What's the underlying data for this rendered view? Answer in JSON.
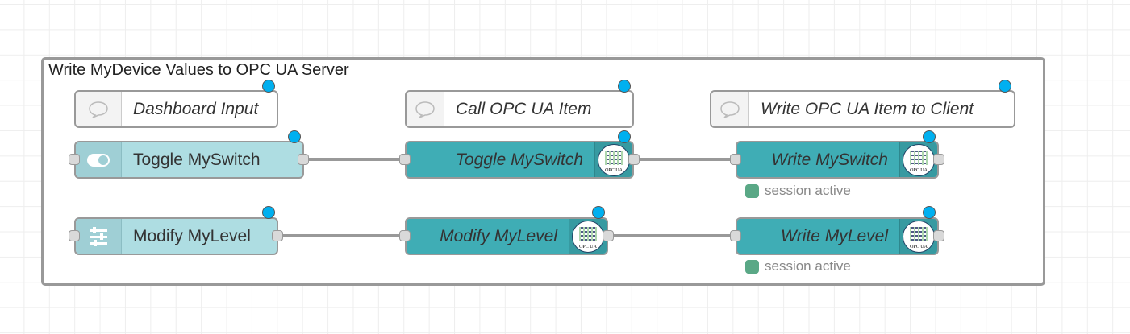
{
  "group": {
    "title": "Write MyDevice Values to OPC UA Server"
  },
  "comments": [
    {
      "label": "Dashboard Input"
    },
    {
      "label": "Call OPC UA Item"
    },
    {
      "label": "Write OPC UA Item to Client"
    }
  ],
  "dashboard_nodes": [
    {
      "label": "Toggle MySwitch",
      "icon": "switch-icon"
    },
    {
      "label": "Modify MyLevel",
      "icon": "slider-icon"
    }
  ],
  "opc_nodes": [
    {
      "label": "Toggle MySwitch",
      "icon_text": "OPC UA"
    },
    {
      "label": "Modify MyLevel",
      "icon_text": "OPC UA"
    },
    {
      "label": "Write MySwitch",
      "icon_text": "OPC UA",
      "status": "session active"
    },
    {
      "label": "Write MyLevel",
      "icon_text": "OPC UA",
      "status": "session active"
    }
  ],
  "colors": {
    "dashboard": "#aedde2",
    "opc": "#3fadb5",
    "changed_dot": "#00b0f0",
    "status_ok": "#5aa886"
  }
}
